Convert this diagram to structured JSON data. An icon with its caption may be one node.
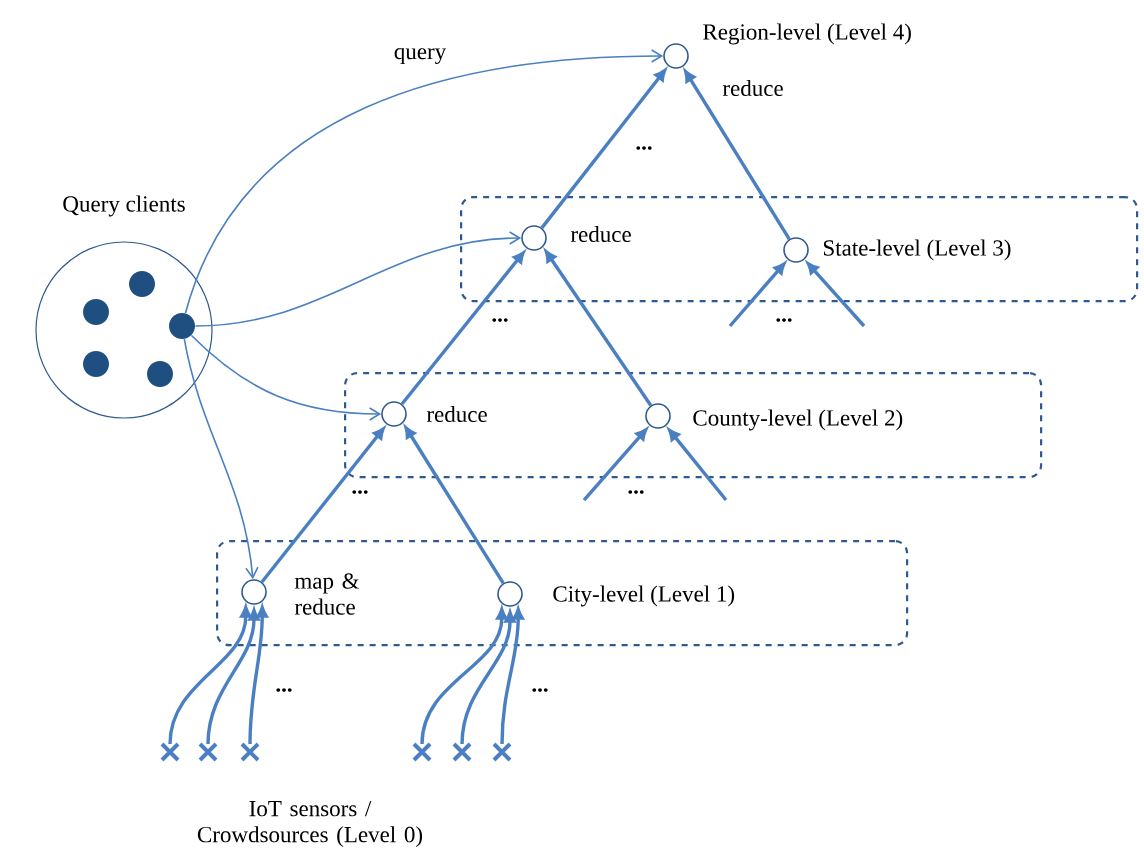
{
  "diagram": {
    "nodes": [
      {
        "text": [
          "Query clients"
        ]
      },
      {
        "text": [],
        "shape": "circle",
        "in": 0
      },
      {
        "text": [],
        "shape": "circle",
        "in": 0
      },
      {
        "text": [],
        "shape": "circle",
        "in": 0
      },
      {
        "text": [],
        "shape": "circle",
        "in": 0
      },
      {
        "text": [],
        "shape": "circle",
        "in": 0
      },
      {
        "text": [],
        "shape": "circle",
        "beside": [
          "Region-level (Level 4)",
          "reduce"
        ]
      },
      {
        "text": [
          "State-level (Level 3)"
        ]
      },
      {
        "text": [],
        "shape": "circle",
        "in": 7,
        "beside": [
          "reduce"
        ]
      },
      {
        "text": [],
        "shape": "circle",
        "in": 7
      },
      {
        "text": [
          "County-level (Level 2)"
        ]
      },
      {
        "text": [],
        "shape": "circle",
        "in": 10,
        "beside": [
          "reduce"
        ]
      },
      {
        "text": [],
        "shape": "circle",
        "in": 10
      },
      {
        "text": [
          "City-level (Level 1)"
        ]
      },
      {
        "text": [],
        "shape": "circle",
        "in": 13,
        "beside": [
          "map & reduce"
        ]
      },
      {
        "text": [],
        "shape": "circle",
        "in": 13
      },
      {
        "text": [],
        "shape": "cross"
      },
      {
        "text": [],
        "shape": "cross"
      },
      {
        "text": [],
        "shape": "cross"
      },
      {
        "text": [],
        "shape": "cross"
      },
      {
        "text": [],
        "shape": "cross"
      },
      {
        "text": [],
        "shape": "cross"
      }
    ],
    "edges": [
      {
        "from": 5,
        "to": 6,
        "arrow": "to",
        "label": "query"
      },
      {
        "from": 5,
        "to": 8,
        "arrow": "to"
      },
      {
        "from": 5,
        "to": 11,
        "arrow": "to"
      },
      {
        "from": 5,
        "to": 14,
        "arrow": "to"
      },
      {
        "from": 8,
        "to": 6,
        "arrow": "to"
      },
      {
        "from": 9,
        "to": 6,
        "arrow": "to"
      },
      {
        "from": null,
        "to": 9,
        "arrow": "to"
      },
      {
        "from": null,
        "to": 9,
        "arrow": "to"
      },
      {
        "from": 11,
        "to": 8,
        "arrow": "to"
      },
      {
        "from": 12,
        "to": 8,
        "arrow": "to"
      },
      {
        "from": null,
        "to": 12,
        "arrow": "to"
      },
      {
        "from": null,
        "to": 12,
        "arrow": "to"
      },
      {
        "from": 14,
        "to": 11,
        "arrow": "to"
      },
      {
        "from": 15,
        "to": 11,
        "arrow": "to"
      },
      {
        "from": 16,
        "to": 14,
        "arrow": "to"
      },
      {
        "from": 17,
        "to": 14,
        "arrow": "to"
      },
      {
        "from": 18,
        "to": 14,
        "arrow": "to"
      },
      {
        "from": 19,
        "to": 15,
        "arrow": "to"
      },
      {
        "from": 20,
        "to": 15,
        "arrow": "to"
      },
      {
        "from": 21,
        "to": 15,
        "arrow": "to"
      }
    ],
    "labels": [
      "...",
      "...",
      "...",
      "...",
      "...",
      "...",
      "...",
      "IoT sensors / Crowdsources (Level 0)"
    ]
  }
}
